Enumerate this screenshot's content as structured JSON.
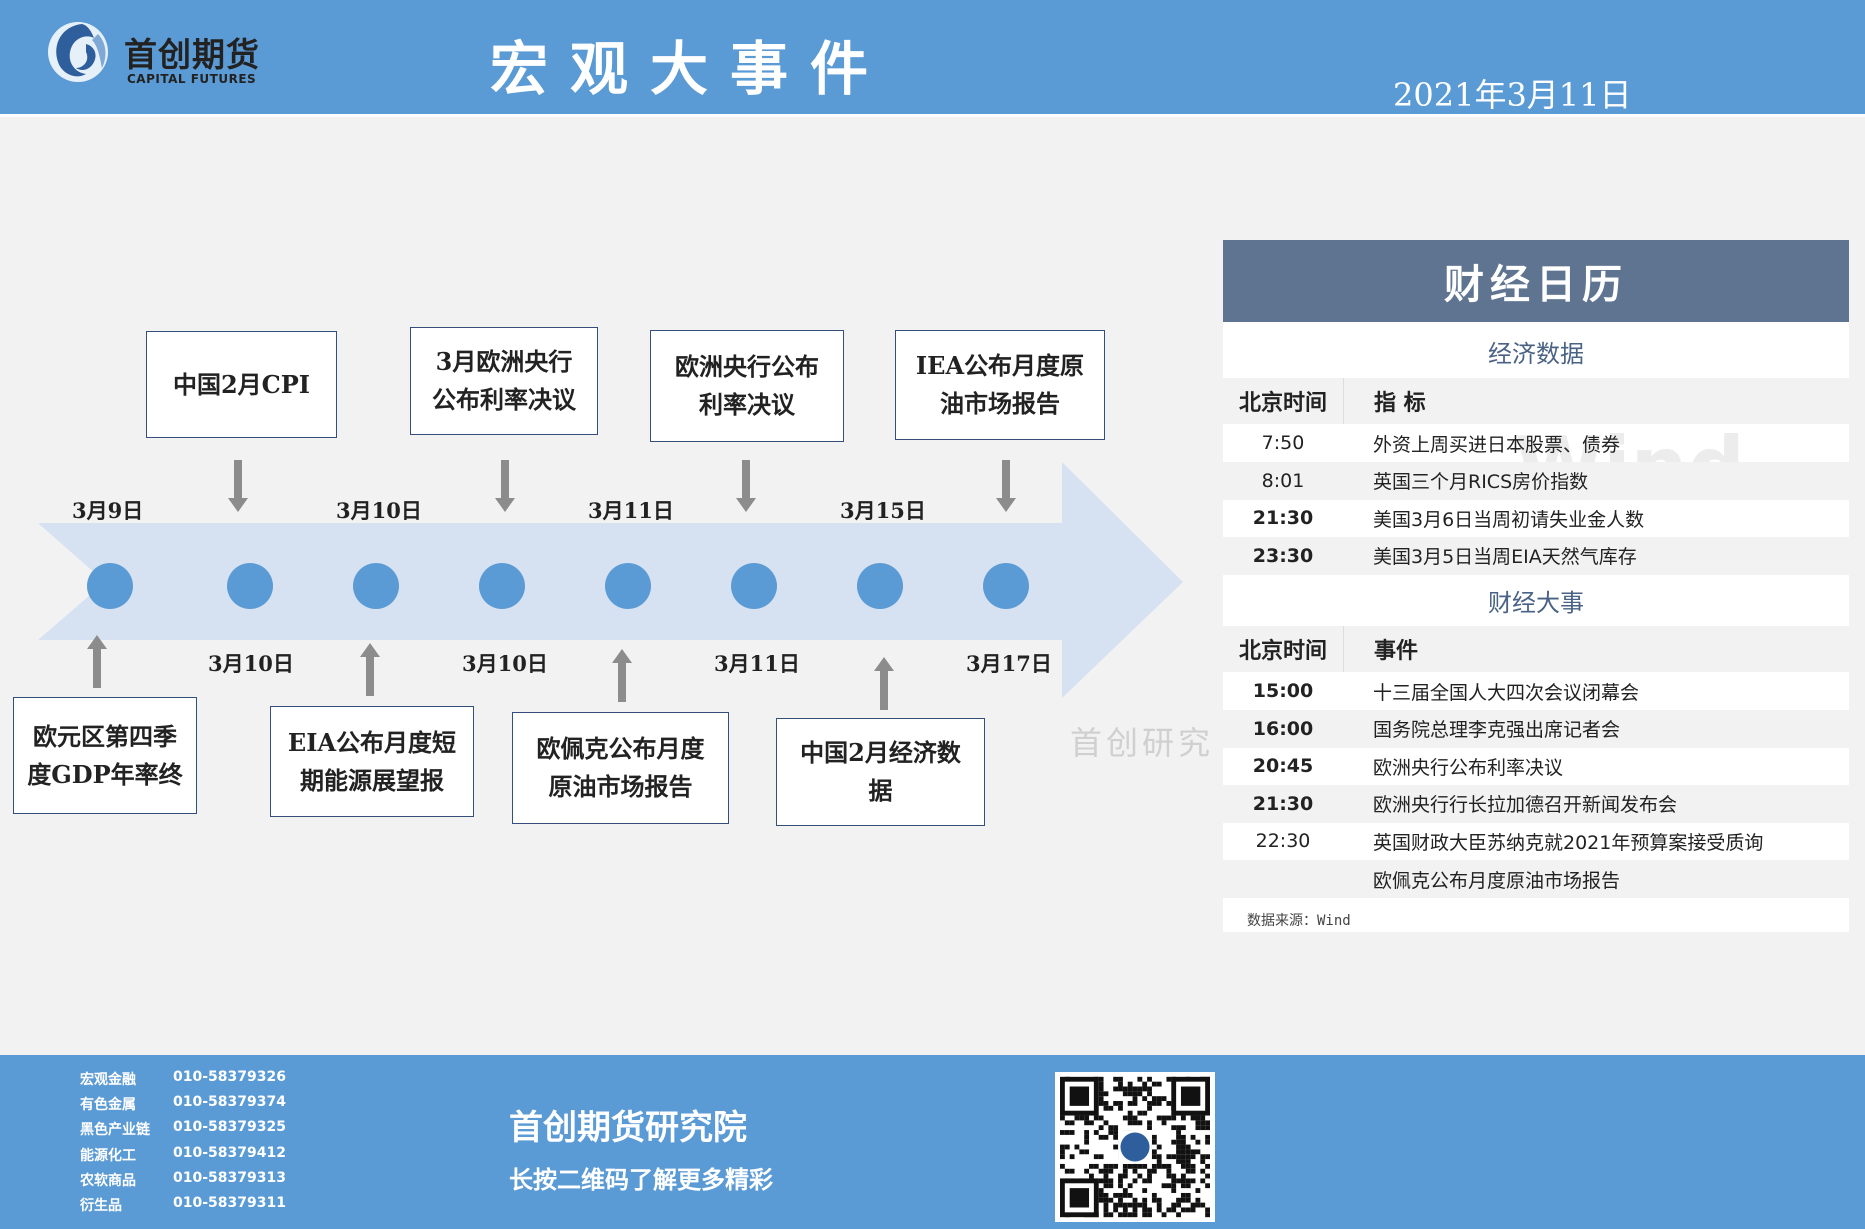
{
  "header": {
    "logo_cn": "首创期货",
    "logo_en": "CAPITAL FUTURES",
    "title": "宏观大事件",
    "date": "2021年3月11日"
  },
  "timeline": {
    "dates_top": [
      "3月9日",
      "3月10日",
      "3月11日",
      "3月15日"
    ],
    "dates_bottom": [
      "3月10日",
      "3月10日",
      "3月11日",
      "3月17日"
    ],
    "events_top": [
      {
        "lines": [
          "中国2月CPI"
        ]
      },
      {
        "lines": [
          "3月欧洲央行",
          "公布利率决议"
        ]
      },
      {
        "lines": [
          "欧洲央行公布",
          "利率决议"
        ]
      },
      {
        "lines": [
          "IEA公布月度原",
          "油市场报告"
        ]
      }
    ],
    "events_bottom": [
      {
        "lines": [
          "欧元区第四季",
          "度GDP年率终"
        ]
      },
      {
        "lines": [
          "EIA公布月度短",
          "期能源展望报"
        ]
      },
      {
        "lines": [
          "欧佩克公布月度",
          "原油市场报告"
        ]
      },
      {
        "lines": [
          "中国2月经济数",
          "据"
        ]
      }
    ],
    "colors": {
      "arrow": "#d6e2f1",
      "dot": "#5b9bd5",
      "pointer": "#8c8c8c"
    }
  },
  "calendar": {
    "title": "财经日历",
    "econ_section": "经济数据",
    "econ_headers": {
      "time": "北京时间",
      "item": "指 标"
    },
    "econ_rows": [
      {
        "time": "7:50",
        "item": "外资上周买进日本股票、债券"
      },
      {
        "time": "8:01",
        "item": "英国三个月RICS房价指数"
      },
      {
        "time": "21:30",
        "item": "美国3月6日当周初请失业金人数"
      },
      {
        "time": "23:30",
        "item": "美国3月5日当周EIA天然气库存"
      }
    ],
    "event_section": "财经大事",
    "event_headers": {
      "time": "北京时间",
      "item": "事件"
    },
    "event_rows": [
      {
        "time": "15:00",
        "item": "十三届全国人大四次会议闭幕会"
      },
      {
        "time": "16:00",
        "item": "国务院总理李克强出席记者会"
      },
      {
        "time": "20:45",
        "item": "欧洲央行公布利率决议"
      },
      {
        "time": "21:30",
        "item": "欧洲央行行长拉加德召开新闻发布会"
      },
      {
        "time": "22:30",
        "item": "英国财政大臣苏纳克就2021年预算案接受质询"
      },
      {
        "time": "",
        "item": "欧佩克公布月度原油市场报告"
      }
    ],
    "source": "数据来源：Wind",
    "watermark": "Wind"
  },
  "watermark_text": "首创研究",
  "footer": {
    "contacts": [
      {
        "dept": "宏观金融",
        "phone": "010-58379326"
      },
      {
        "dept": "有色金属",
        "phone": "010-58379374"
      },
      {
        "dept": "黑色产业链",
        "phone": "010-58379325"
      },
      {
        "dept": "能源化工",
        "phone": "010-58379412"
      },
      {
        "dept": "农软商品",
        "phone": "010-58379313"
      },
      {
        "dept": "衍生品",
        "phone": "010-58379311"
      }
    ],
    "institute": "首创期货研究院",
    "slogan": "长按二维码了解更多精彩"
  }
}
